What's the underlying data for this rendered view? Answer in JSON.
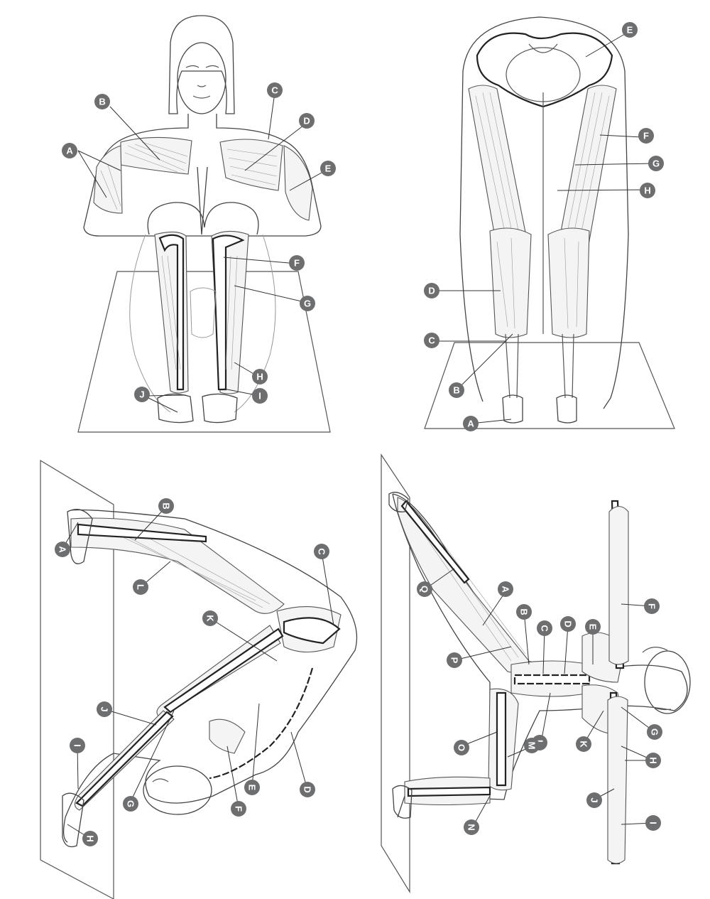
{
  "panels": [
    {
      "id": "seated-front",
      "labels": [
        "A",
        "B",
        "C",
        "D",
        "E",
        "F",
        "G",
        "H",
        "I",
        "J"
      ]
    },
    {
      "id": "forward-fold-back",
      "labels": [
        "E",
        "F",
        "G",
        "H",
        "D",
        "C",
        "B",
        "A"
      ]
    },
    {
      "id": "plough-side",
      "labels": [
        "A",
        "B",
        "L",
        "C",
        "K",
        "J",
        "I",
        "H",
        "G",
        "F",
        "E",
        "D"
      ]
    },
    {
      "id": "side-lunge-twist",
      "labels": [
        "Q",
        "A",
        "B",
        "C",
        "D",
        "E",
        "F",
        "P",
        "G",
        "H",
        "K",
        "L",
        "M",
        "O",
        "J",
        "I",
        "N"
      ]
    }
  ],
  "colors": {
    "marker": "#6d6e70",
    "marker_text": "#ffffff",
    "line": "#555555"
  }
}
